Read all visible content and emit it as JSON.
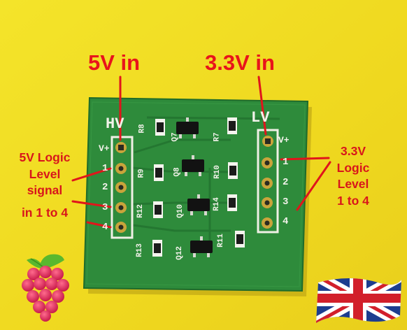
{
  "labels": {
    "input_5v": "5V in",
    "input_3v3": "3.3V in",
    "left_caption": [
      "5V Logic",
      "Level",
      "signal",
      "in 1 to 4"
    ],
    "right_caption": [
      "3.3V",
      "Logic",
      "Level",
      "1 to 4"
    ]
  },
  "silkscreen": {
    "hv": "HV",
    "lv": "LV",
    "vplus_left": "V+",
    "vplus_right": "V+",
    "left_pins": [
      "1",
      "2",
      "3",
      "4"
    ],
    "right_pins": [
      "1",
      "2",
      "3",
      "4"
    ],
    "components": [
      "R8",
      "Q7",
      "R7",
      "R9",
      "Q8",
      "R10",
      "R12",
      "Q10",
      "R14",
      "R13",
      "Q12",
      "R11"
    ]
  },
  "icons": [
    "raspberry-pi-logo-icon",
    "union-flag-icon"
  ],
  "colors": {
    "background": "#f2de24",
    "pcb": "#2f8b3a",
    "label_red": "#e8141b"
  }
}
